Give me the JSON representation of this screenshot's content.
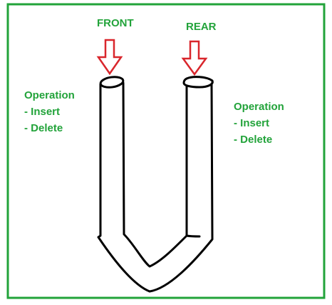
{
  "diagram": {
    "front_label": "FRONT",
    "rear_label": "REAR",
    "left_operations": {
      "title": "Operation",
      "items": [
        "- Insert",
        "- Delete"
      ]
    },
    "right_operations": {
      "title": "Operation",
      "items": [
        "- Insert",
        "- Delete"
      ]
    }
  },
  "colors": {
    "border": "#22a33a",
    "label_text": "#22a33a",
    "arrow": "#d9262c",
    "tube_stroke": "#000000",
    "background": "#ffffff"
  }
}
